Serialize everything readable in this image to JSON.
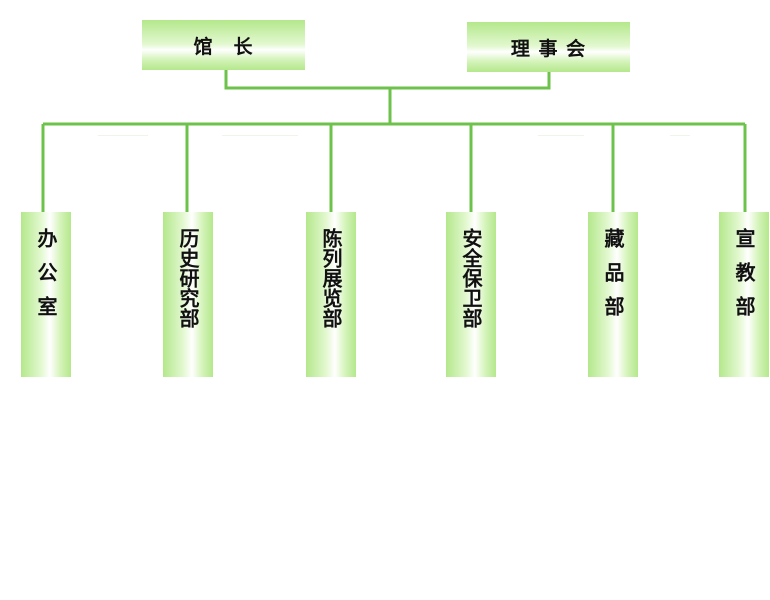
{
  "leadership": {
    "director": "馆　长",
    "board": "理 事 会"
  },
  "departments": [
    {
      "label": "办公室"
    },
    {
      "label": "历史研究部"
    },
    {
      "label": "陈列展览部"
    },
    {
      "label": "安全保卫部"
    },
    {
      "label": "藏品部"
    },
    {
      "label": "宣教部"
    }
  ],
  "colors": {
    "connector": "#6cc24a",
    "box_edge": "#b4e88c",
    "box_center": "#ffffff",
    "text": "#111111"
  }
}
